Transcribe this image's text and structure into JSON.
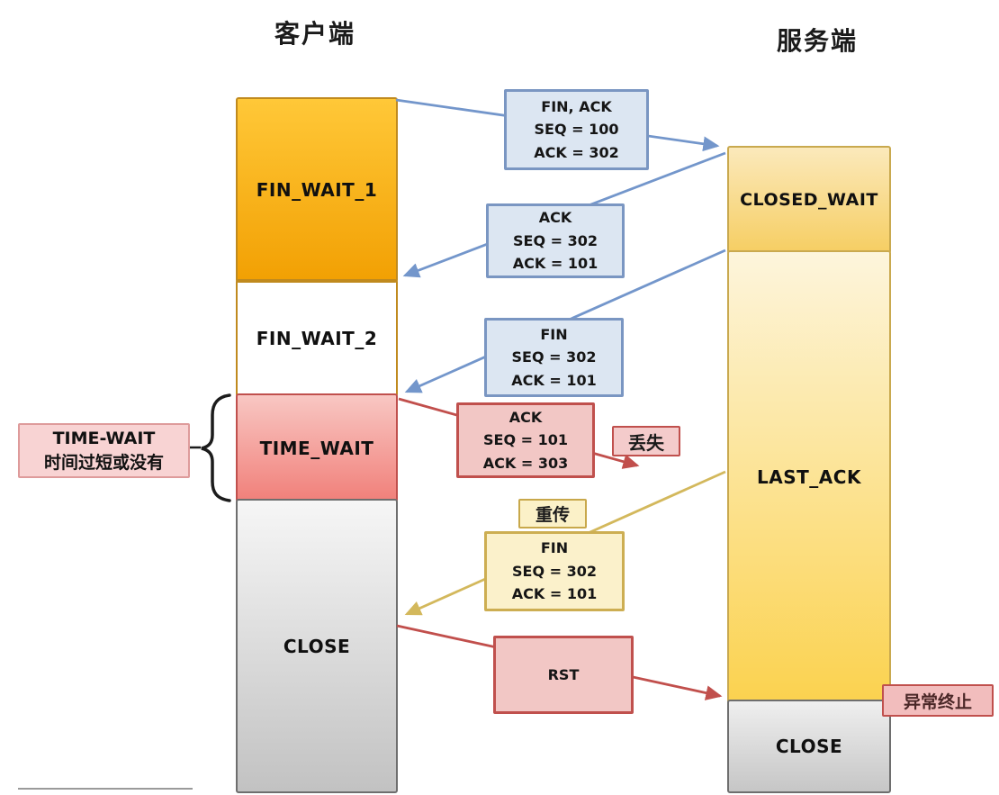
{
  "titles": {
    "client": "客户端",
    "server": "服务端"
  },
  "client_states": [
    {
      "label": "FIN_WAIT_1"
    },
    {
      "label": "FIN_WAIT_2"
    },
    {
      "label": "TIME_WAIT"
    },
    {
      "label": "CLOSE"
    }
  ],
  "server_states": [
    {
      "label": "CLOSED_WAIT"
    },
    {
      "label": "LAST_ACK"
    },
    {
      "label": "CLOSE"
    }
  ],
  "messages": [
    {
      "name": "fin-ack",
      "lines": [
        "FIN, ACK",
        "SEQ = 100",
        "ACK = 302"
      ]
    },
    {
      "name": "ack",
      "lines": [
        "ACK",
        "SEQ = 302",
        "ACK = 101"
      ]
    },
    {
      "name": "fin",
      "lines": [
        "FIN",
        "SEQ = 302",
        "ACK = 101"
      ]
    },
    {
      "name": "ack-lost",
      "lines": [
        "ACK",
        "SEQ = 101",
        "ACK = 303"
      ]
    },
    {
      "name": "fin-retransmit",
      "lines": [
        "FIN",
        "SEQ = 302",
        "ACK = 101"
      ]
    },
    {
      "name": "rst",
      "lines": [
        "RST"
      ]
    }
  ],
  "annotations": {
    "timewait_note_line1": "TIME-WAIT",
    "timewait_note_line2": "时间过短或没有",
    "lost": "丢失",
    "retransmit": "重传",
    "abnormal_termination": "异常终止"
  },
  "colors": {
    "client_state_orange": "#F2A003",
    "timewait_pink": "#F1807A",
    "close_gray": "#C2C2C2",
    "server_gold": "#FBD24F",
    "message_blue_fill": "#DCE6F2",
    "message_blue_border": "#7A96C2",
    "message_pink_fill": "#F2C7C5",
    "message_pink_border": "#C0504D",
    "message_cream_fill": "#FBF1CB",
    "message_cream_border": "#CDAE52",
    "arrow_blue": "#7396CB",
    "arrow_red": "#C14F4C",
    "arrow_yellow": "#D3B85C"
  }
}
